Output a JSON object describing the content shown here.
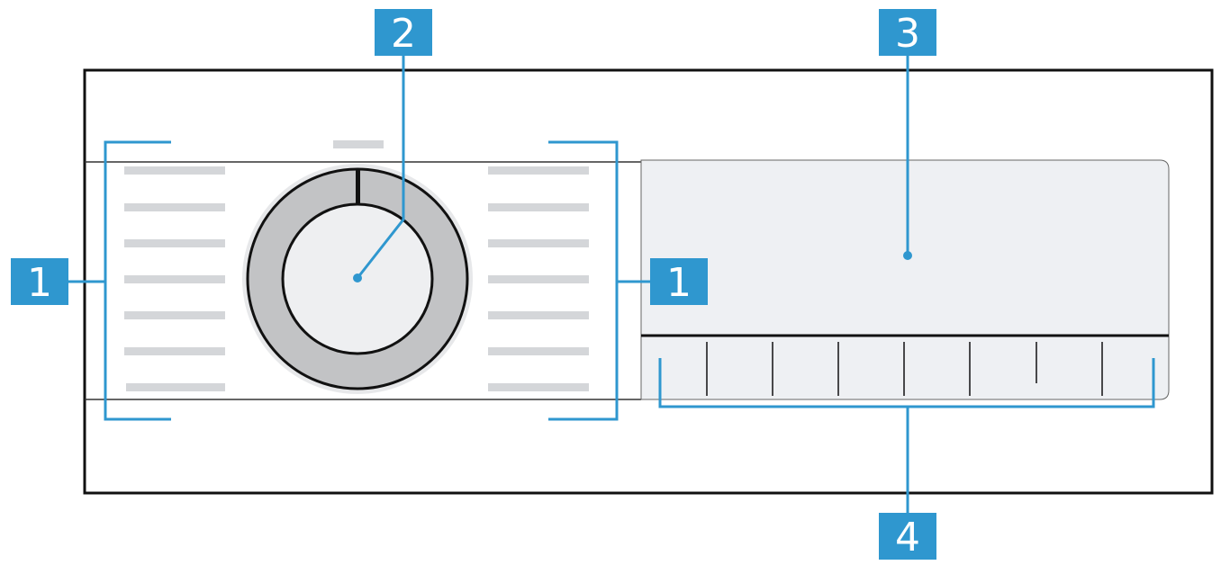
{
  "callouts": [
    {
      "id": "left-program-group",
      "number": "1"
    },
    {
      "id": "dial",
      "number": "2"
    },
    {
      "id": "display",
      "number": "3"
    },
    {
      "id": "touch-buttons",
      "number": "4"
    },
    {
      "id": "right-program-group",
      "number": "1"
    }
  ],
  "colors": {
    "callout_fill": "#2f97cf",
    "leader_line": "#2f97cf",
    "panel_border": "#111111",
    "display_fill": "#eef0f3",
    "dial_ring": "#c2c3c5",
    "dial_face": "#eeeff1",
    "program_line": "#d4d6d9"
  }
}
